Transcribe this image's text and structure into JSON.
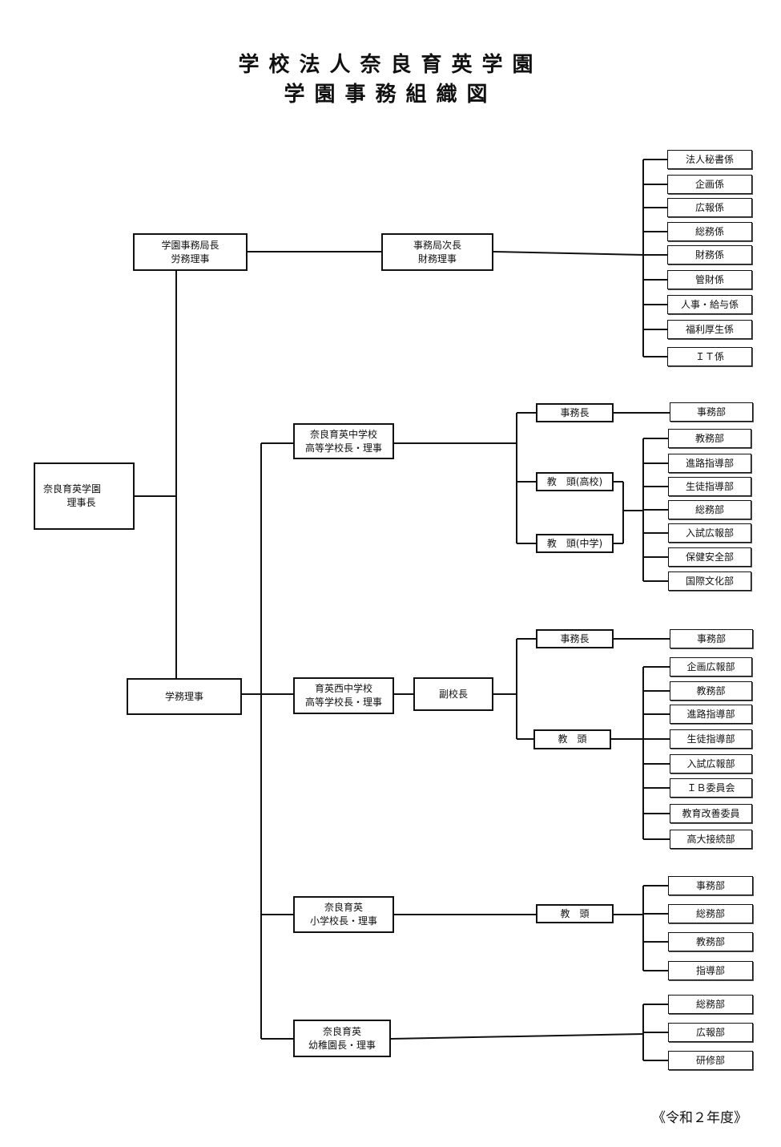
{
  "title": {
    "line1": "学校法人奈良育英学園",
    "line2": "学園事務組織図"
  },
  "boxes": {
    "rijicho": "奈良育英学園\n      理事長",
    "gakuen_jimukyokucho": "学園事務局長\n労務理事",
    "jimukyoku_jicho": "事務局次長\n財務理事",
    "gakumu_riji": "学務理事",
    "naraikuei_chukou": "奈良育英中学校\n高等学校長・理事",
    "ikueinishi_chukou": "育英西中学校\n高等学校長・理事",
    "fukukocho": "副校長",
    "shogakko": "奈良育英\n小学校長・理事",
    "yochien": "奈良育英\n幼稚園長・理事",
    "naraikuei_jimucho": "事務長",
    "naraikuei_kyoto_koko": "教　頭(高校)",
    "naraikuei_kyoto_chugaku": "教　頭(中学)",
    "ikueinishi_jimucho": "事務長",
    "ikueinishi_kyoto": "教　頭",
    "shogakko_kyoto": "教　頭"
  },
  "lists": {
    "office_units": [
      "法人秘書係",
      "企画係",
      "広報係",
      "総務係",
      "財務係",
      "管財係",
      "人事・給与係",
      "福利厚生係",
      "ＩＴ係"
    ],
    "naraikuei_jimubu": [
      "事務部"
    ],
    "naraikuei_depts": [
      "教務部",
      "進路指導部",
      "生徒指導部",
      "総務部",
      "入試広報部",
      "保健安全部",
      "国際文化部"
    ],
    "ikueinishi_jimubu": [
      "事務部"
    ],
    "ikueinishi_depts": [
      "企画広報部",
      "教務部",
      "進路指導部",
      "生徒指導部",
      "入試広報部",
      "ＩＢ委員会",
      "教育改善委員",
      "高大接続部"
    ],
    "shogakko_depts": [
      "事務部",
      "総務部",
      "教務部",
      "指導部"
    ],
    "yochien_depts": [
      "総務部",
      "広報部",
      "研修部"
    ]
  },
  "footer": "《令和２年度》"
}
